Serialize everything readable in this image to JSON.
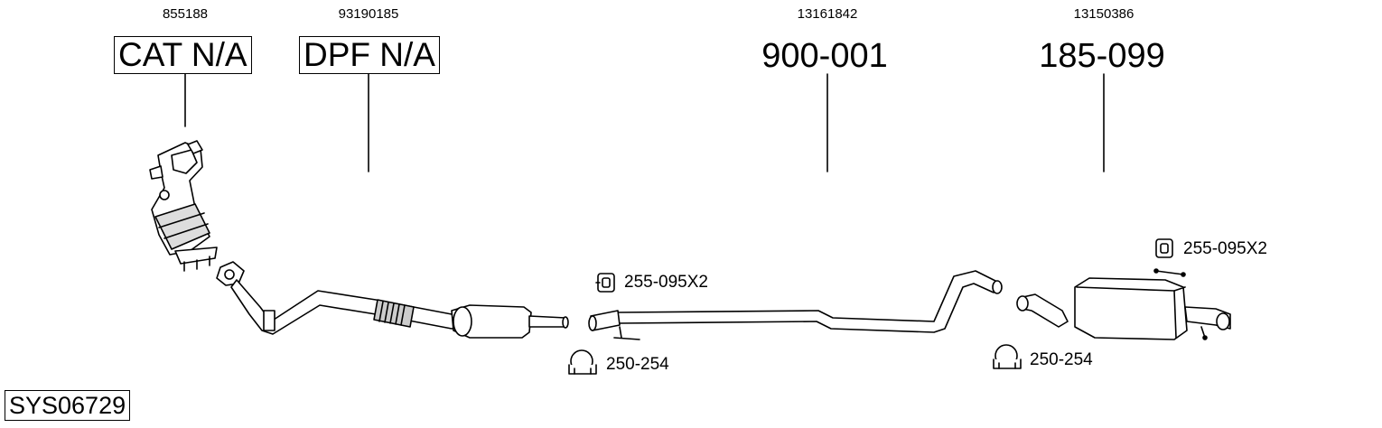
{
  "system_code": "SYS06729",
  "parts": [
    {
      "oem": "855188",
      "code": "CAT N/A",
      "boxed": true
    },
    {
      "oem": "93190185",
      "code": "DPF N/A",
      "boxed": true
    },
    {
      "oem": "13161842",
      "code": "900-001",
      "boxed": false
    },
    {
      "oem": "13150386",
      "code": "185-099",
      "boxed": false
    }
  ],
  "accessories": [
    {
      "code": "255-095X2",
      "icon": "rubber-hanger-icon"
    },
    {
      "code": "250-254",
      "icon": "pipe-clamp-icon"
    },
    {
      "code": "255-095X2",
      "icon": "rubber-hanger-icon"
    },
    {
      "code": "250-254",
      "icon": "pipe-clamp-icon"
    }
  ]
}
